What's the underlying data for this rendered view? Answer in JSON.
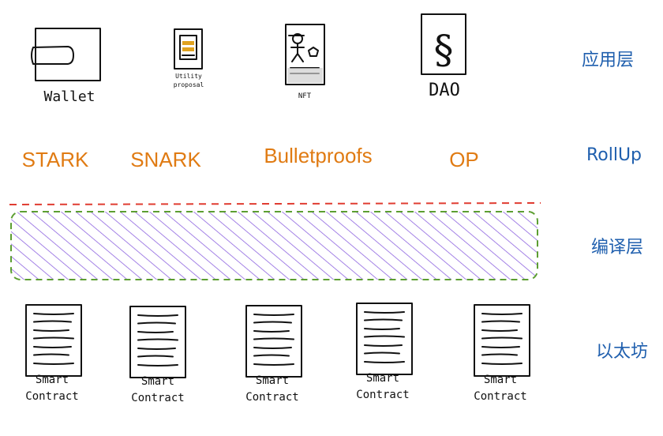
{
  "apps": {
    "wallet": {
      "label": "Wallet",
      "icon": "wallet-icon"
    },
    "utility": {
      "label_line1": "Utility",
      "label_line2": "proposal",
      "icon": "utility-proposal-icon"
    },
    "nft": {
      "label": "NFT",
      "icon": "nft-icon"
    },
    "dao": {
      "label": "DAO",
      "symbol": "§",
      "icon": "section-sign-icon"
    }
  },
  "rollups": [
    {
      "label": "STARK"
    },
    {
      "label": "SNARK"
    },
    {
      "label": "Bulletproofs"
    },
    {
      "label": "OP"
    }
  ],
  "contracts": [
    {
      "line1": "Smart",
      "line2": "Contract"
    },
    {
      "line1": "Smart",
      "line2": "Contract"
    },
    {
      "line1": "Smart",
      "line2": "Contract"
    },
    {
      "line1": "Smart",
      "line2": "Contract"
    },
    {
      "line1": "Smart",
      "line2": "Contract"
    }
  ],
  "layers": {
    "application": "应用层",
    "rollup": "RollUp",
    "compile": "编译层",
    "ethereum": "以太坊"
  },
  "colors": {
    "rollup_text": "#e07b13",
    "layer_text": "#1f5fae",
    "divider": "#e03c31",
    "hatch": "#8d63e0",
    "hatch_border": "#5c9e31",
    "ink": "#111111"
  }
}
